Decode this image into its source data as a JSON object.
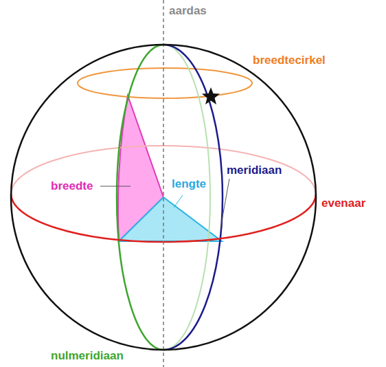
{
  "diagram": {
    "labels": [
      "aardas",
      "breedtecirkel",
      "breedte",
      "lengte",
      "meridiaan",
      "evenaar",
      "nulmeridiaan"
    ]
  }
}
